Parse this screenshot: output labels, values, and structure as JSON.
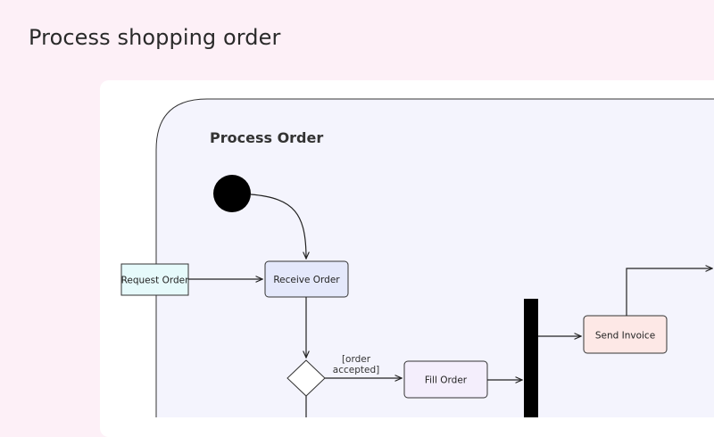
{
  "page": {
    "title": "Process shopping order"
  },
  "diagram": {
    "activity_title": "Process Order",
    "nodes": {
      "request_order": "Request Order",
      "receive_order": "Receive Order",
      "fill_order": "Fill Order",
      "send_invoice": "Send Invoice"
    },
    "guards": {
      "order_accepted_line1": "[order",
      "order_accepted_line2": "accepted]"
    }
  },
  "colors": {
    "page_bg": "#fdf0f7",
    "activity_bg": "#f4f4fd",
    "receive_order_fill": "#e4e8fb",
    "request_order_fill": "#e6fafb",
    "fill_order_fill": "#f4eefc",
    "send_invoice_fill": "#fde8e6"
  }
}
